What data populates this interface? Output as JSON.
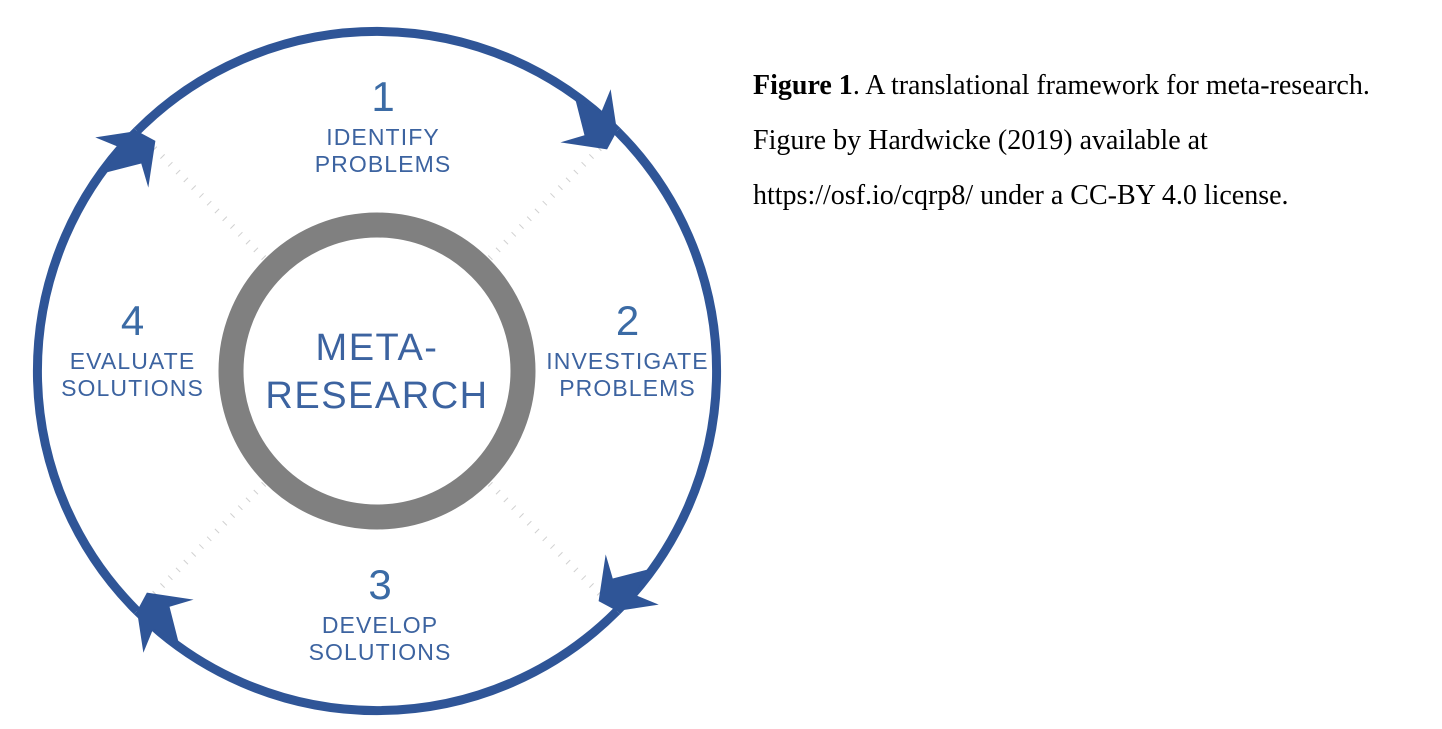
{
  "figure": {
    "title": "A translational framework for meta-research",
    "center": {
      "line1": "META-",
      "line2": "RESEARCH"
    },
    "steps": [
      {
        "number": "1",
        "line1": "IDENTIFY",
        "line2": "PROBLEMS",
        "position": "top"
      },
      {
        "number": "2",
        "line1": "INVESTIGATE",
        "line2": "PROBLEMS",
        "position": "right"
      },
      {
        "number": "3",
        "line1": "DEVELOP",
        "line2": "SOLUTIONS",
        "position": "bottom"
      },
      {
        "number": "4",
        "line1": "EVALUATE",
        "line2": "SOLUTIONS",
        "position": "left"
      }
    ],
    "flow_direction": "clockwise",
    "arrow_count": 4,
    "colors": {
      "ring_blue": "#2F5597",
      "text_blue": "#3c63a0",
      "number_blue": "#3b6ba5",
      "inner_ring_gray": "#808080",
      "spoke_gray": "#d0d0d0",
      "background": "#ffffff",
      "caption_text": "#000000"
    }
  },
  "caption": {
    "label": "Figure 1",
    "body": ". A translational framework for meta-research. Figure by Hardwicke (2019) available at https://osf.io/cqrp8/ under a CC-BY 4.0 license."
  }
}
